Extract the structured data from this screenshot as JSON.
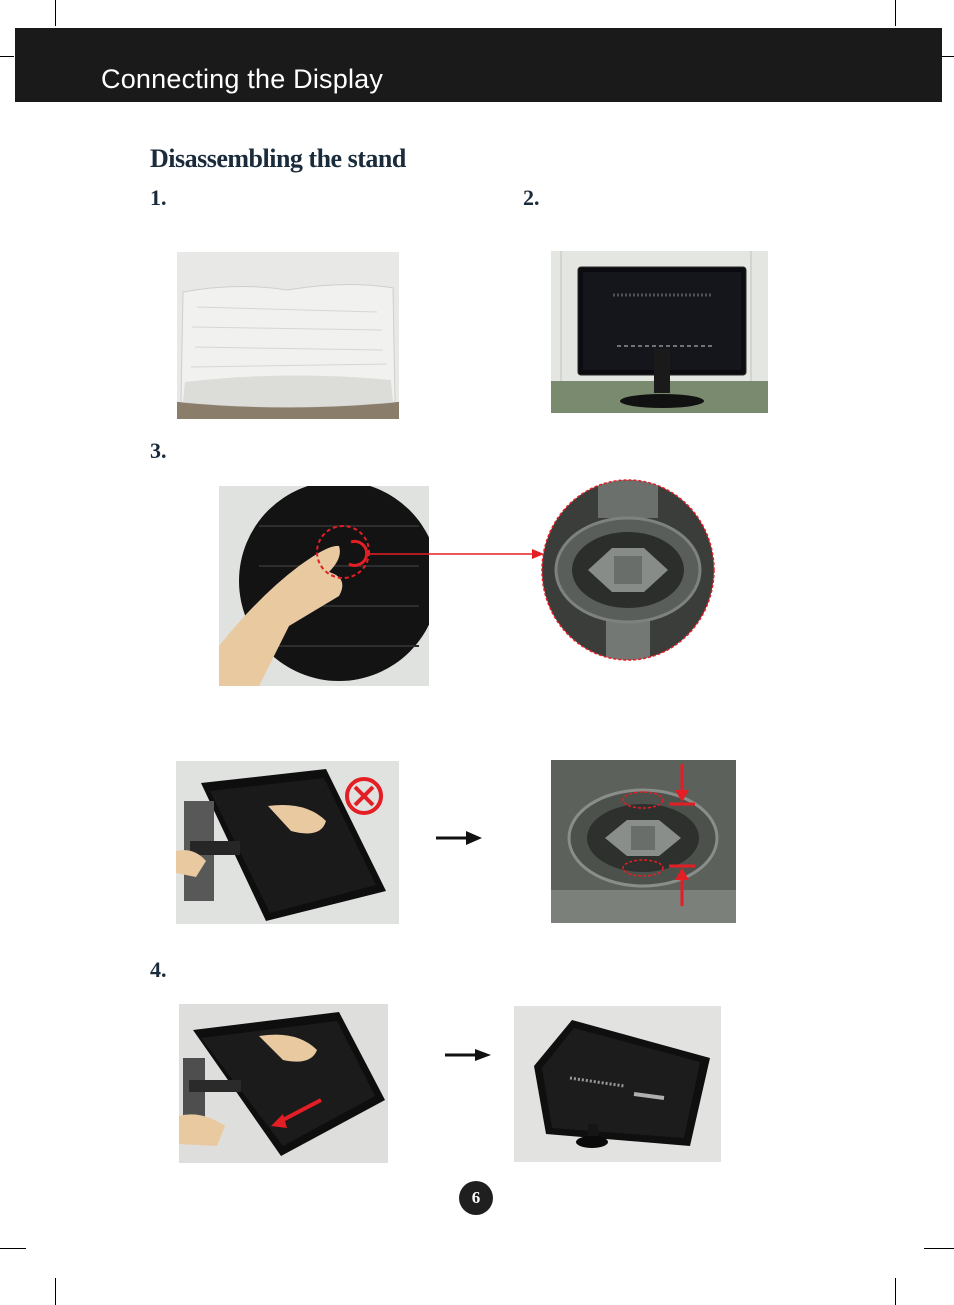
{
  "header": {
    "title": "Connecting the Display"
  },
  "section": {
    "title": "Disassembling the stand"
  },
  "steps": [
    {
      "number": "1."
    },
    {
      "number": "2."
    },
    {
      "number": "3."
    },
    {
      "number": "4."
    }
  ],
  "footer": {
    "page_number": "6"
  },
  "colors": {
    "header_bg": "#1a1a1a",
    "accent_red": "#e31e24",
    "text_dark": "#1a2b3c"
  },
  "icons": [
    "prohibited-icon",
    "right-arrow-icon",
    "red-arrow-icon"
  ]
}
